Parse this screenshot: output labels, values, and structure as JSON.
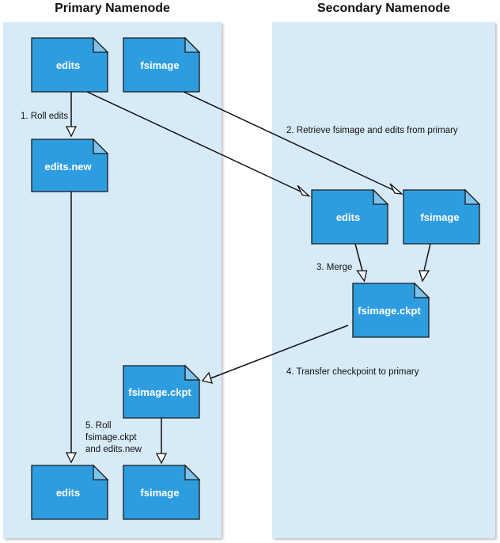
{
  "headings": {
    "primary": "Primary Namenode",
    "secondary": "Secondary Namenode"
  },
  "documents": {
    "primary_edits": "edits",
    "primary_fsimage": "fsimage",
    "primary_edits_new": "edits.new",
    "secondary_edits": "edits",
    "secondary_fsimage": "fsimage",
    "secondary_fsimage_ckpt": "fsimage.ckpt",
    "primary_fsimage_ckpt": "fsimage.ckpt",
    "final_edits": "edits",
    "final_fsimage": "fsimage"
  },
  "steps": {
    "step1": "1. Roll edits",
    "step2": "2. Retrieve fsimage and edits from primary",
    "step3": "3. Merge",
    "step4": "4. Transfer checkpoint to primary",
    "step5_line1": "5. Roll",
    "step5_line2": "fsimage.ckpt",
    "step5_line3": "and edits.new"
  },
  "colors": {
    "panel": "#d6eaf8",
    "document": "#2e9de0",
    "document_fold": "#7cc3ee"
  }
}
